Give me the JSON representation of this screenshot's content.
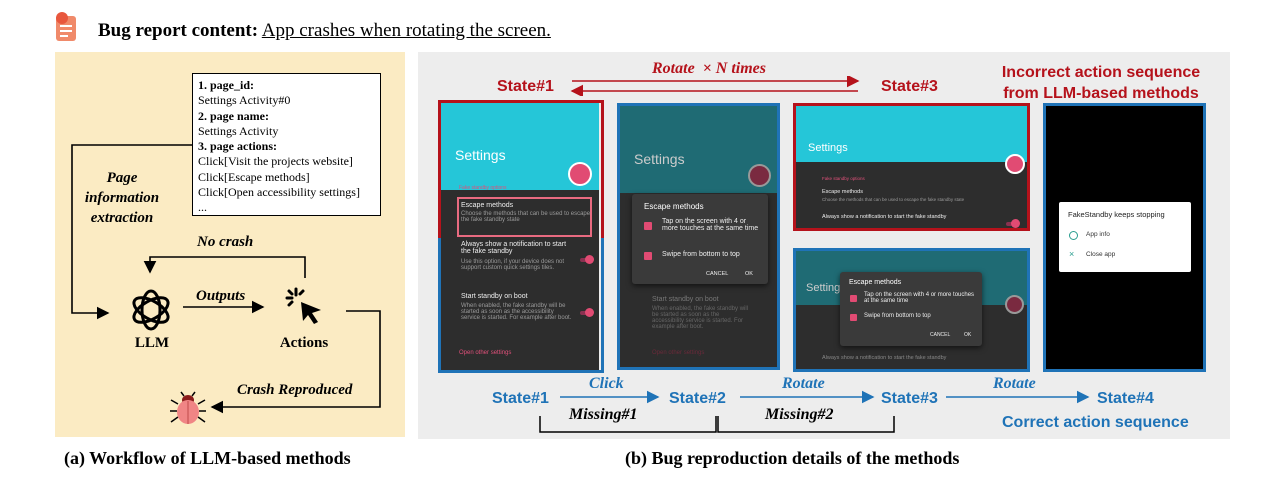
{
  "header": {
    "label": "Bug report content:",
    "text": "App crashes when rotating the screen."
  },
  "left": {
    "page_info": {
      "line1": "1. page_id:",
      "line2": "Settings Activity#0",
      "line3": "2. page name:",
      "line4": "Settings Activity",
      "line5": "3. page actions:",
      "line6": "Click[Visit the projects website]",
      "line7": "Click[Escape methods]",
      "line8": "Click[Open accessibility settings]",
      "line9": "..."
    },
    "extraction_l1": "Page",
    "extraction_l2": "information",
    "extraction_l3": "extraction",
    "no_crash": "No crash",
    "outputs": "Outputs",
    "llm": "LLM",
    "actions": "Actions",
    "crash_reproduced": "Crash Reproduced",
    "caption": "(a) Workflow of LLM-based methods"
  },
  "right": {
    "top_state1": "State#1",
    "rotate_n": "Rotate  × N times",
    "top_state3": "State#3",
    "incorrect_l1": "Incorrect action sequence",
    "incorrect_l2": "from LLM-based methods",
    "b_state1": "State#1",
    "b_click": "Click",
    "b_state2": "State#2",
    "b_rotate1": "Rotate",
    "b_state3": "State#3",
    "b_rotate2": "Rotate",
    "b_state4": "State#4",
    "missing1": "Missing#1",
    "missing2": "Missing#2",
    "correct": "Correct action sequence",
    "caption": "(b) Bug reproduction details of the methods"
  },
  "screens": {
    "settings": "Settings",
    "fake_standby_options": "Fake standby options",
    "escape_methods": "Escape methods",
    "escape_desc": "Choose the methods that can be used to escape the fake standby state",
    "always_show": "Always show a notification to start the fake standby",
    "always_desc": "Use this option, if your device does not support custom quick settings tiles.",
    "start_on_boot": "Start standby on boot",
    "boot_desc": "When enabled, the fake standby will be started as soon as the accessibility service is started. For example after boot.",
    "open_other": "Open other settings",
    "dialog_title": "Escape methods",
    "opt1": "Tap on the screen with 4 or more touches at the same time",
    "opt2": "Swipe from bottom to top",
    "cancel": "CANCEL",
    "ok": "OK",
    "crash_title": "FakeStandby keeps stopping",
    "app_info": "App info",
    "close_app": "Close app"
  },
  "colors": {
    "left_panel_bg": "#fbebc3",
    "right_panel_bg": "#ededed",
    "red": "#b5121b",
    "blue": "#1f73b7",
    "teal": "#25c6d8",
    "pink": "#e14b73"
  }
}
